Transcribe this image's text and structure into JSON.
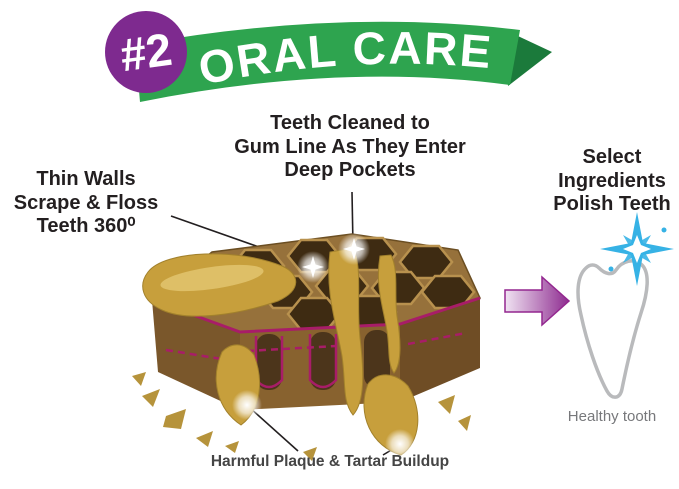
{
  "banner": {
    "number": "#2",
    "title": "ORAL CARE"
  },
  "callouts": {
    "top": "Teeth Cleaned to\nGum Line As They Enter\nDeep Pockets",
    "left": "Thin Walls\nScrape & Floss\nTeeth 360⁰",
    "right": "Select\nIngredients\nPolish Teeth",
    "bottom": "Harmful Plaque & Tartar Buildup",
    "healthy_tooth": "Healthy tooth"
  },
  "icons": {
    "arrow": "arrow-right-icon",
    "sparkle": "sparkle-icon",
    "glow_dot": "glow-dot-icon",
    "badge": "number-badge"
  },
  "colors": {
    "banner_green": "#2ea44f",
    "banner_green_dark": "#1b7a3b",
    "badge_purple": "#7e2a8f",
    "cut_outline_magenta": "#a81d68",
    "chew_brown": "#96713b",
    "plaque_gold": "#c79f3c",
    "sparkle_blue": "#36b2e5",
    "text_dark": "#231f20",
    "caption_gray": "#6d6e71"
  }
}
